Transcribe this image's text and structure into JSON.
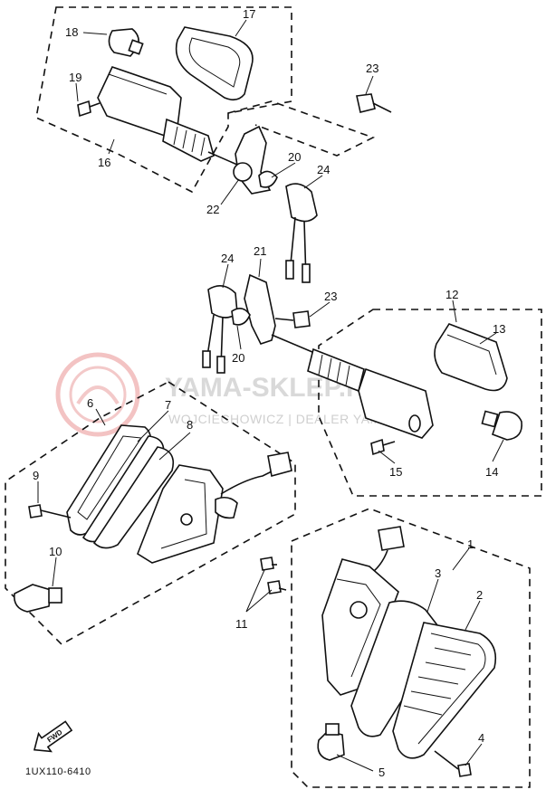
{
  "callouts": {
    "c1": "1",
    "c2": "2",
    "c3": "3",
    "c4": "4",
    "c5": "5",
    "c6": "6",
    "c7": "7",
    "c8": "8",
    "c9": "9",
    "c10": "10",
    "c11": "11",
    "c12": "12",
    "c13": "13",
    "c14": "14",
    "c15": "15",
    "c16": "16",
    "c17": "17",
    "c18": "18",
    "c19": "19",
    "c20a": "20",
    "c20b": "20",
    "c21": "21",
    "c22": "22",
    "c23a": "23",
    "c23b": "23",
    "c24a": "24",
    "c24b": "24"
  },
  "watermark": {
    "main": "YAMA-SKLEP.PL",
    "sub": "WOJCIECHOWICZ | DEALER YAMAHA"
  },
  "fwd_label": "FWD",
  "reference": "1UX110-6410"
}
